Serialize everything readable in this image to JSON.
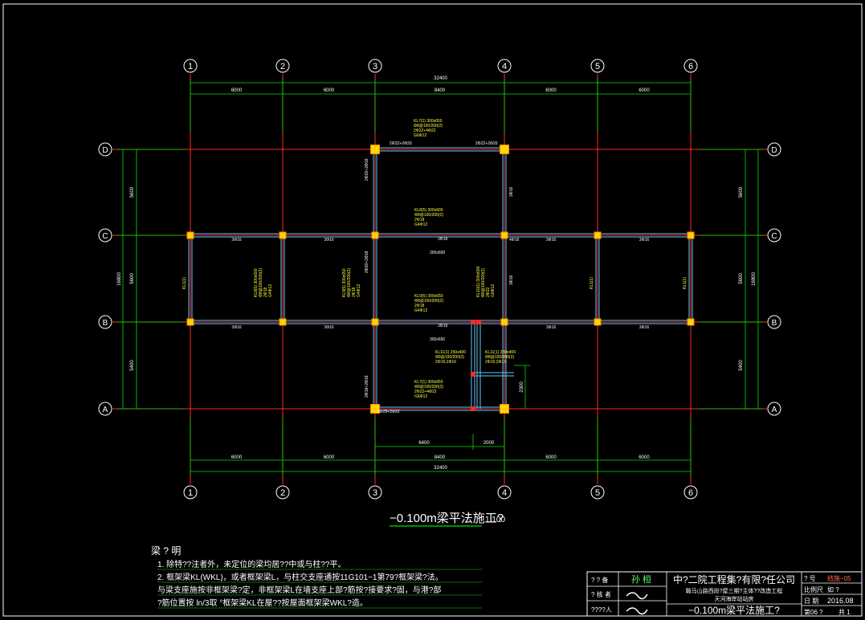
{
  "grid": {
    "cols": [
      "1",
      "2",
      "3",
      "4",
      "5",
      "6"
    ],
    "rows": [
      "D",
      "C",
      "B",
      "A"
    ]
  },
  "dims": {
    "total": "32400",
    "spans": [
      "6000",
      "6000",
      "8400",
      "6000",
      "6000"
    ],
    "left_rows": [
      "5600",
      "5600",
      "5400"
    ],
    "left_total": "16800",
    "right_rows": [
      "5600",
      "5600",
      "5400"
    ],
    "right_total": "16800",
    "bottom_extra": [
      "6400",
      "2000"
    ],
    "side_extra": "2300"
  },
  "beams": {
    "top_span": "2Φ22+2Φ20",
    "top_span_right": "2Φ22+2Φ20",
    "bottom_span": "2Φ25+2Φ22",
    "mid_c": "3Φ18",
    "mid_c_sub": "300x600",
    "mid_b": "3Φ18",
    "mid_b_sub": "300x650",
    "edge_top": "3Φ16",
    "edge_bot": "3Φ16",
    "kl1": "KL1(1)",
    "notes_a": [
      "KL7(1) 300x650",
      "Φ8@100/200(2)",
      "2Φ22+4Φ22",
      "G6Φ12"
    ],
    "notes_b": [
      "KL8(5) 300x600",
      "Φ8@100/200(2)",
      "2Φ18",
      "G4Φ12"
    ],
    "notes_c": [
      "KL9(5) 300x650",
      "Φ8@100/200(2)",
      "2Φ18",
      "G4Φ12"
    ],
    "notes_d": [
      "KL10(1) 300x600",
      "Φ8@100/200(2)",
      "2Φ22",
      "G6Φ12"
    ],
    "notes_e": [
      "KL11(1) 250x400",
      "Φ8@100/200(2)",
      "2Φ16;2Φ16"
    ],
    "side_labels": [
      "2Φ20+2Φ18",
      "3Φ16",
      "2Φ20+2Φ18",
      "3Φ16",
      "4Φ16",
      "2Φ18+2Φ18"
    ]
  },
  "title": {
    "main": "−0.100m梁平法施工?",
    "scale": "1:100"
  },
  "notes": {
    "heading": "梁  ?  明",
    "lines": [
      "1. 除特??注者外，未定位的梁均居??中或与柱??平。",
      "2. 框架梁KL(WKL)，或者框架梁L，与柱交支座通按11G101−1第79?框架梁?法。",
      "与梁支座施按非框架梁?定，非框架梁L在墙支座上部?筋按?接要求?固，与港?部",
      "?筋位置按 ln/3取 °框架梁KL在屋??按屋面框架梁WKL?造。"
    ]
  },
  "titleblock": {
    "r1_label": "? ? 备",
    "r1_sign": "孙 桓",
    "r2_label": "? 核 者",
    "r3_label": "????人",
    "company": "中?二院工程集?有限?任公司",
    "project": "鞍马山路西段?屋三期?主体??改造工程",
    "subproject": "天河海岸站站房",
    "drawing": "−0.100m梁平法施工?",
    "info_label1": "? 号",
    "info_val1": "结施−05",
    "info_label2": "比例尺",
    "info_val2": "如 ?",
    "info_label3": "日 期",
    "info_val3": "2016.08",
    "info_label4": "第06 ?",
    "info_val4": "共 1"
  },
  "colors": {
    "grid_red": "#ff2a2a",
    "dim_green": "#00e000",
    "beam_cyan": "#5fc7ff",
    "note_yellow": "#ffff40",
    "column_yellow": "#ffd400",
    "text_white": "#ffffff"
  }
}
